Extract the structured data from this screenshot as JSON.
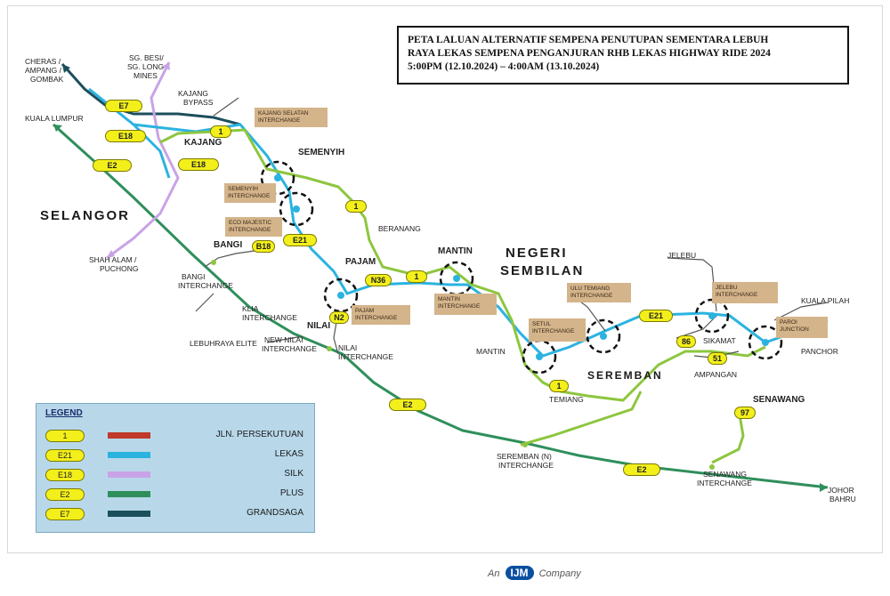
{
  "title": {
    "line1": "PETA LALUAN ALTERNATIF SEMPENA PENUTUPAN SEMENTARA LEBUH",
    "line2": "RAYA LEKAS SEMPENA PENGANJURAN RHB LEKAS HIGHWAY RIDE 2024",
    "line3": "5:00PM (12.10.2024) – 4:00AM (13.10.2024)"
  },
  "regions": {
    "selangor": "SELANGOR",
    "negeri": "NEGERI",
    "sembilan": "SEMBILAN",
    "seremban": "SEREMBAN"
  },
  "towns": {
    "cheras1": "CHERAS /",
    "cheras2": "AMPANG /",
    "cheras3": "GOMBAK",
    "sgbesi1": "SG. BESI/",
    "sgbesi2": "SG. LONG",
    "sgbesi3": "MINES",
    "kajang_bypass1": "KAJANG",
    "kajang_bypass2": "BYPASS",
    "kl": "KUALA LUMPUR",
    "kajang": "KAJANG",
    "semenyih": "SEMENYIH",
    "beranang": "BERANANG",
    "bangi": "BANGI",
    "shahalam1": "SHAH ALAM /",
    "shahalam2": "PUCHONG",
    "dengi1": "BANGI",
    "dengi2": "INTERCHANGE",
    "kliai1": "KLIA",
    "kliai2": "INTERCHANGE",
    "elite": "LEBUHRAYA ELITE",
    "newnilai1": "NEW NILAI",
    "newnilai2": "INTERCHANGE",
    "nilai": "NILAI",
    "nilaiint1": "NILAI",
    "nilaiint2": "INTERCHANGE",
    "pajam": "PAJAM",
    "mantin": "MANTIN",
    "mantin2": "MANTIN",
    "temiang": "TEMIANG",
    "jelebu": "JELEBU",
    "kualapilah": "KUALA PILAH",
    "sikamat": "SIKAMAT",
    "ampangan": "AMPANGAN",
    "panchor": "PANCHOR",
    "senawang": "SENAWANG",
    "seremban_n1": "SEREMBAN (N)",
    "seremban_n2": "INTERCHANGE",
    "senawang_int1": "SENAWANG",
    "senawang_int2": "INTERCHANGE",
    "johor1": "JOHOR",
    "johor2": "BAHRU"
  },
  "interchanges": {
    "kajang_selatan": "KAJANG SELATAN INTERCHANGE",
    "semenyih": "SEMENYIH INTERCHANGE",
    "eco_majestic": "ECO MAJESTIC INTERCHANGE",
    "pajam": "PAJAM INTERCHANGE",
    "mantin": "MANTIN INTERCHANGE",
    "ulu_temiang": "ULU TEMIANG INTERCHANGE",
    "setul": "SETUL INTERCHANGE",
    "jelebu": "JELEBU INTERCHANGE",
    "paroi": "PAROI JUNCTION"
  },
  "shields": {
    "e7": "E7",
    "e18a": "E18",
    "e2a": "E2",
    "e18b": "E18",
    "r1a": "1",
    "r1b": "1",
    "e21a": "E21",
    "b18": "B18",
    "n36": "N36",
    "r1c": "1",
    "n2": "N2",
    "r1d": "1",
    "e21b": "E21",
    "r86": "86",
    "r51": "51",
    "r97": "97",
    "e2b": "E2",
    "e2c": "E2"
  },
  "legend": {
    "title": "LEGEND",
    "items": [
      {
        "code": "1",
        "name": "JLN. PERSEKUTUAN",
        "color": "#c0392b"
      },
      {
        "code": "E21",
        "name": "LEKAS",
        "color": "#2bb3e0"
      },
      {
        "code": "E18",
        "name": "SILK",
        "color": "#c9a3e6"
      },
      {
        "code": "E2",
        "name": "PLUS",
        "color": "#2f8f5b"
      },
      {
        "code": "E7",
        "name": "GRANDSAGA",
        "color": "#1b4f5c"
      }
    ]
  },
  "colors": {
    "lekas": "#2bb3e0",
    "persekutuan_green": "#8dc63f",
    "silk": "#c9a3e6",
    "plus": "#2f8f5b",
    "grandsaga": "#1b4f5c",
    "local_road": "#555555"
  },
  "footer": {
    "prefix": "An",
    "brand": "IJM",
    "suffix": "Company"
  }
}
